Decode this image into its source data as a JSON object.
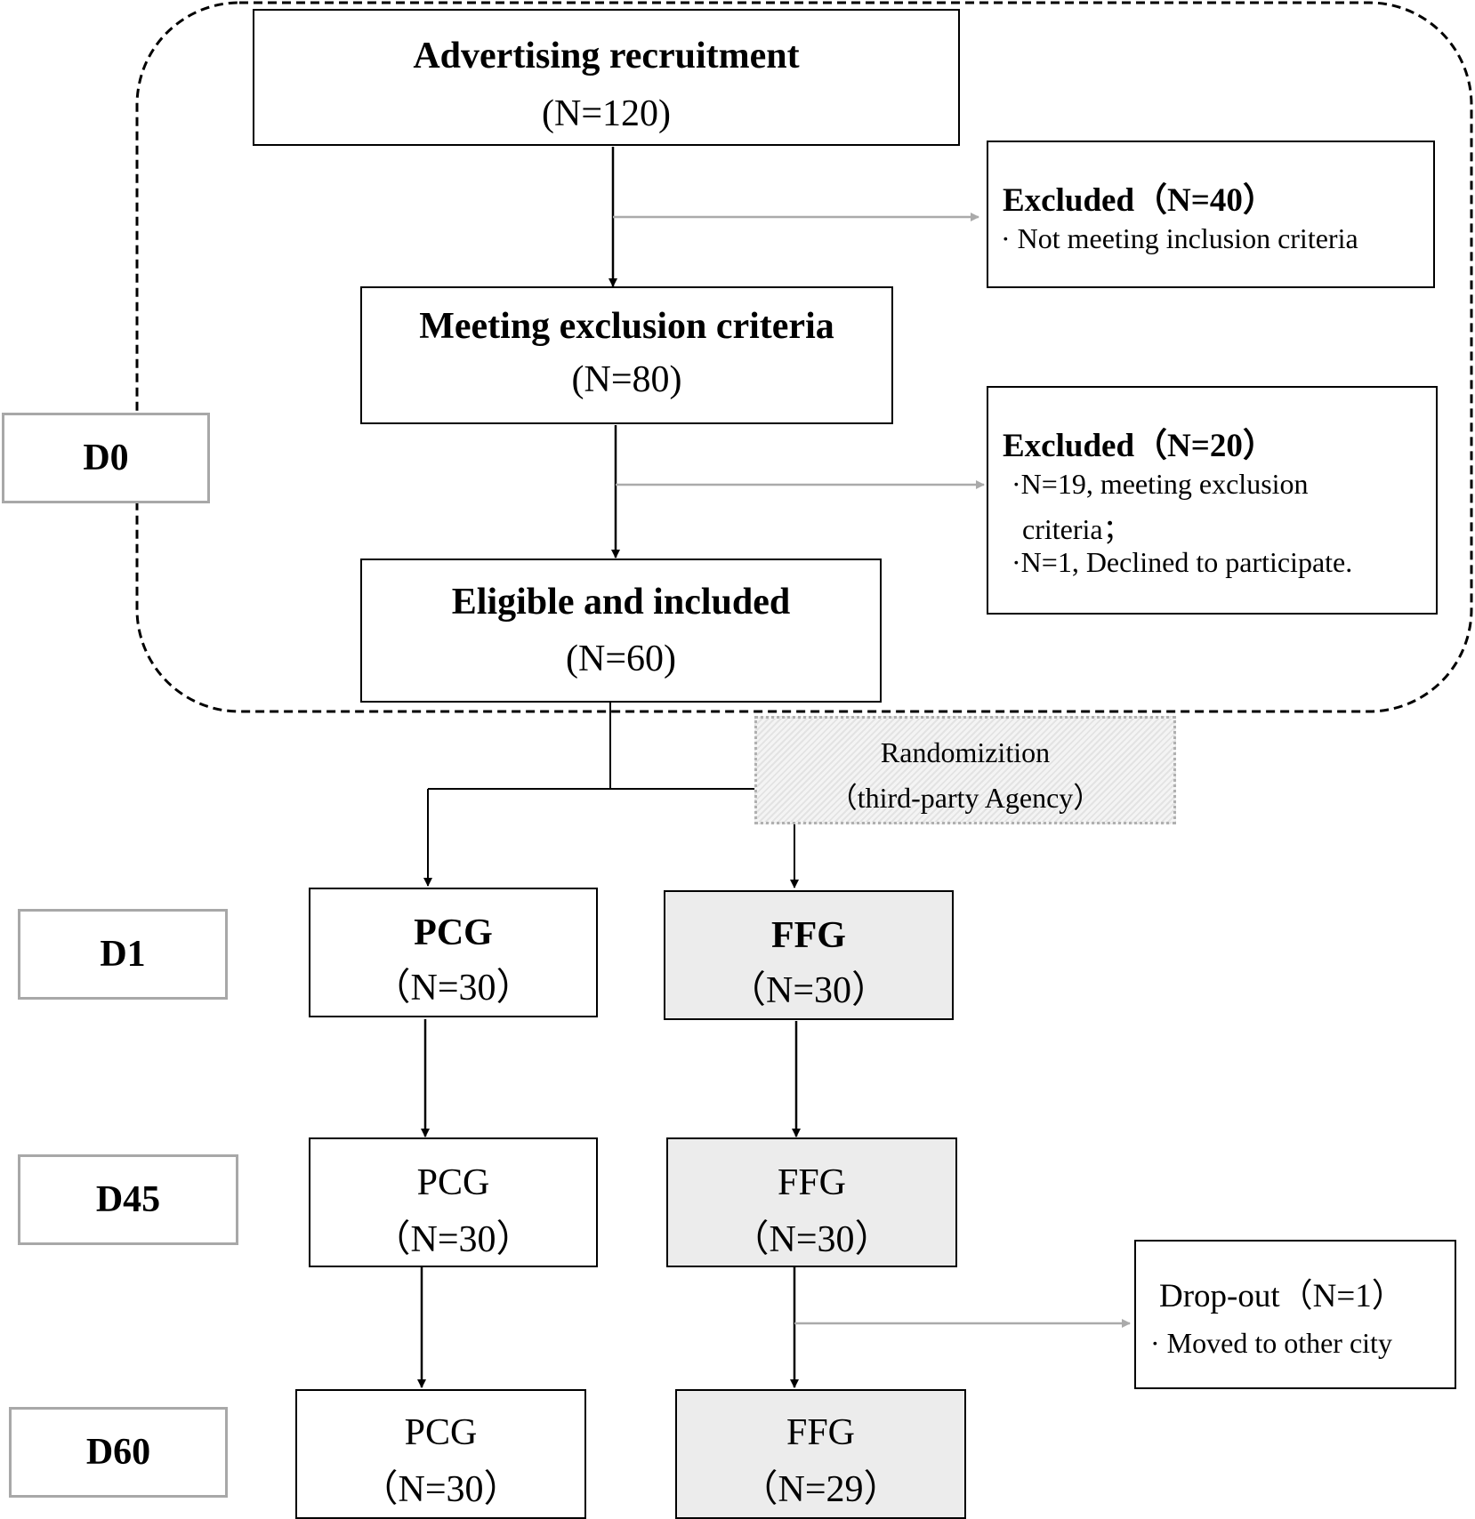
{
  "days": [
    "D0",
    "D1",
    "D45",
    "D60"
  ],
  "recruitment": {
    "title": "Advertising recruitment",
    "n": "(N=120)"
  },
  "exclusion_box": {
    "title": "Meeting exclusion criteria",
    "n": "(N=80)"
  },
  "included": {
    "title": "Eligible and included",
    "n": "(N=60)"
  },
  "excluded1": {
    "title": "Excluded（N=40）",
    "items": [
      "·  Not meeting inclusion criteria"
    ]
  },
  "excluded2": {
    "title": "Excluded（N=20）",
    "items": [
      "·N=19, meeting exclusion",
      "criteria；",
      "·N=1, Declined to participate."
    ]
  },
  "randomization": {
    "line1": "Randomizition",
    "line2": "（third-party Agency）"
  },
  "d1": {
    "pcg": "PCG",
    "pcg_n": "（N=30）",
    "ffg": "FFG",
    "ffg_n": "（N=30）"
  },
  "d45": {
    "pcg": "PCG",
    "pcg_n": "（N=30）",
    "ffg": "FFG",
    "ffg_n": "（N=30）"
  },
  "d60": {
    "pcg": "PCG",
    "pcg_n": "（N=30）",
    "ffg": "FFG",
    "ffg_n": "（N=29）"
  },
  "dropout": {
    "title": "Drop-out（N=1）",
    "item": "·    Moved to other city"
  }
}
